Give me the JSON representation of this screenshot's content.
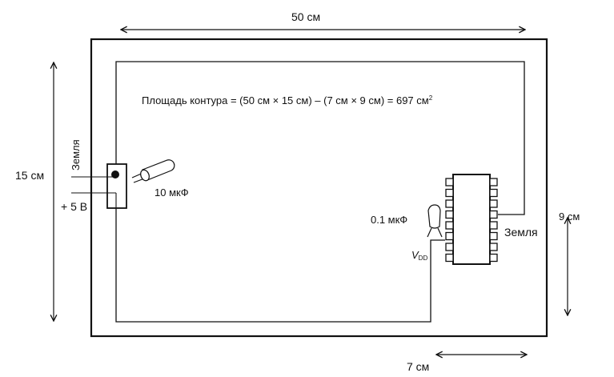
{
  "diagram": {
    "title": "PCB power loop area",
    "formula": {
      "prefix": "Площадь контура = (50 см × 15 см) – (7 см × 9 см) = 697 см",
      "superscript": "2"
    },
    "dimensions": {
      "width": "50 см",
      "height": "15 см",
      "cutout_width": "7 см",
      "cutout_height": "9 см"
    },
    "labels": {
      "ground_left": "Земля",
      "plus5v": "+ 5 В",
      "cap_large": "10 мкФ",
      "cap_small": "0.1 мкФ",
      "vdd_main": "V",
      "vdd_sub": "DD",
      "ground_right": "Земля"
    },
    "ic": {
      "pins_per_side": 8
    },
    "colors": {
      "line": "#111111",
      "background": "#ffffff"
    }
  }
}
